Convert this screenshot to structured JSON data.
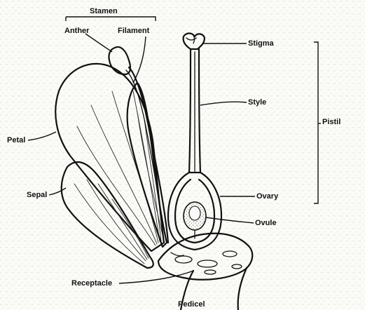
{
  "diagram": {
    "labels": {
      "stamen": "Stamen",
      "anther": "Anther",
      "filament": "Filament",
      "stigma": "Stigma",
      "style": "Style",
      "pistil": "Pistil",
      "petal": "Petal",
      "sepal": "Sepal",
      "ovary": "Ovary",
      "ovule": "Ovule",
      "receptacle": "Receptacle",
      "pedicel": "Pedicel"
    },
    "colors": {
      "ink": "#111111",
      "paper": "#fbfbf7"
    }
  }
}
